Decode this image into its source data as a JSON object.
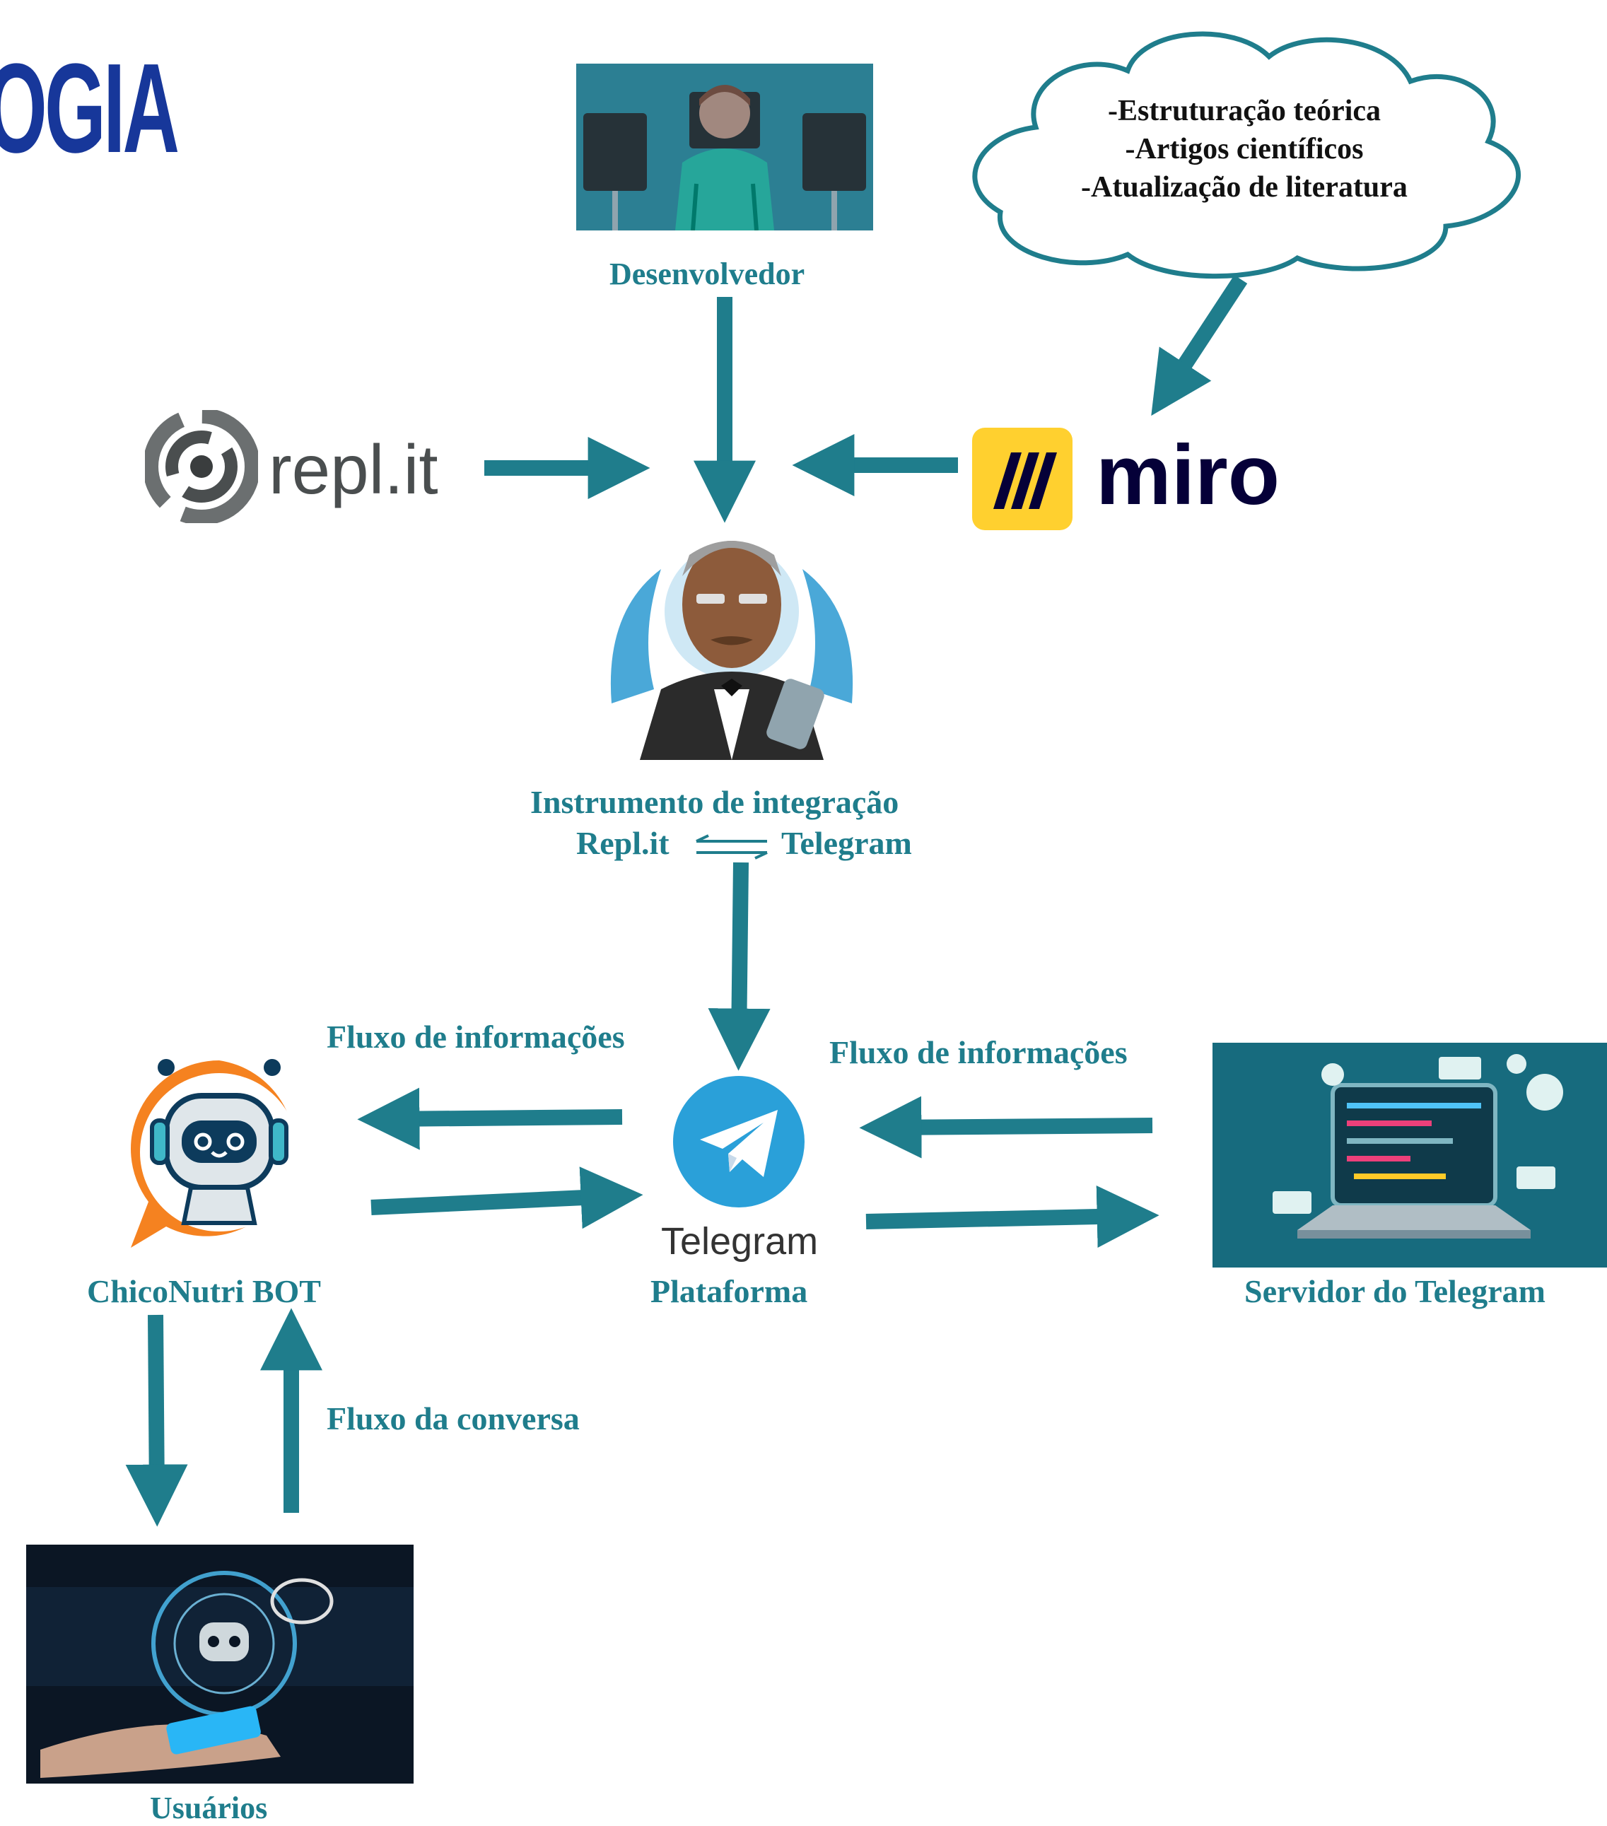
{
  "heading": {
    "title": "OGIA"
  },
  "cloud": {
    "lines": [
      "-Estruturação teórica",
      "-Artigos científicos",
      "-Atualização de literatura"
    ]
  },
  "nodes": {
    "developer": {
      "label": "Desenvolvedor"
    },
    "replit": {
      "logo_text": "repl.it"
    },
    "miro": {
      "logo_text": "miro"
    },
    "integration": {
      "line1": "Instrumento de integração",
      "left": "Repl.it",
      "right": "Telegram"
    },
    "telegram": {
      "logo_text": "Telegram",
      "label": "Plataforma"
    },
    "bot": {
      "label": "ChicoNutri BOT"
    },
    "server": {
      "label": "Servidor do Telegram"
    },
    "users": {
      "label": "Usuários"
    }
  },
  "edges": {
    "flow_left": "Fluxo de informações",
    "flow_right": "Fluxo de informações",
    "conversation": "Fluxo da conversa"
  },
  "colors": {
    "arrow": "#1f7d8c",
    "label": "#1f7d8c",
    "title": "#17379a",
    "telegram": "#2aa0d9",
    "miro_yellow": "#ffd02f"
  }
}
